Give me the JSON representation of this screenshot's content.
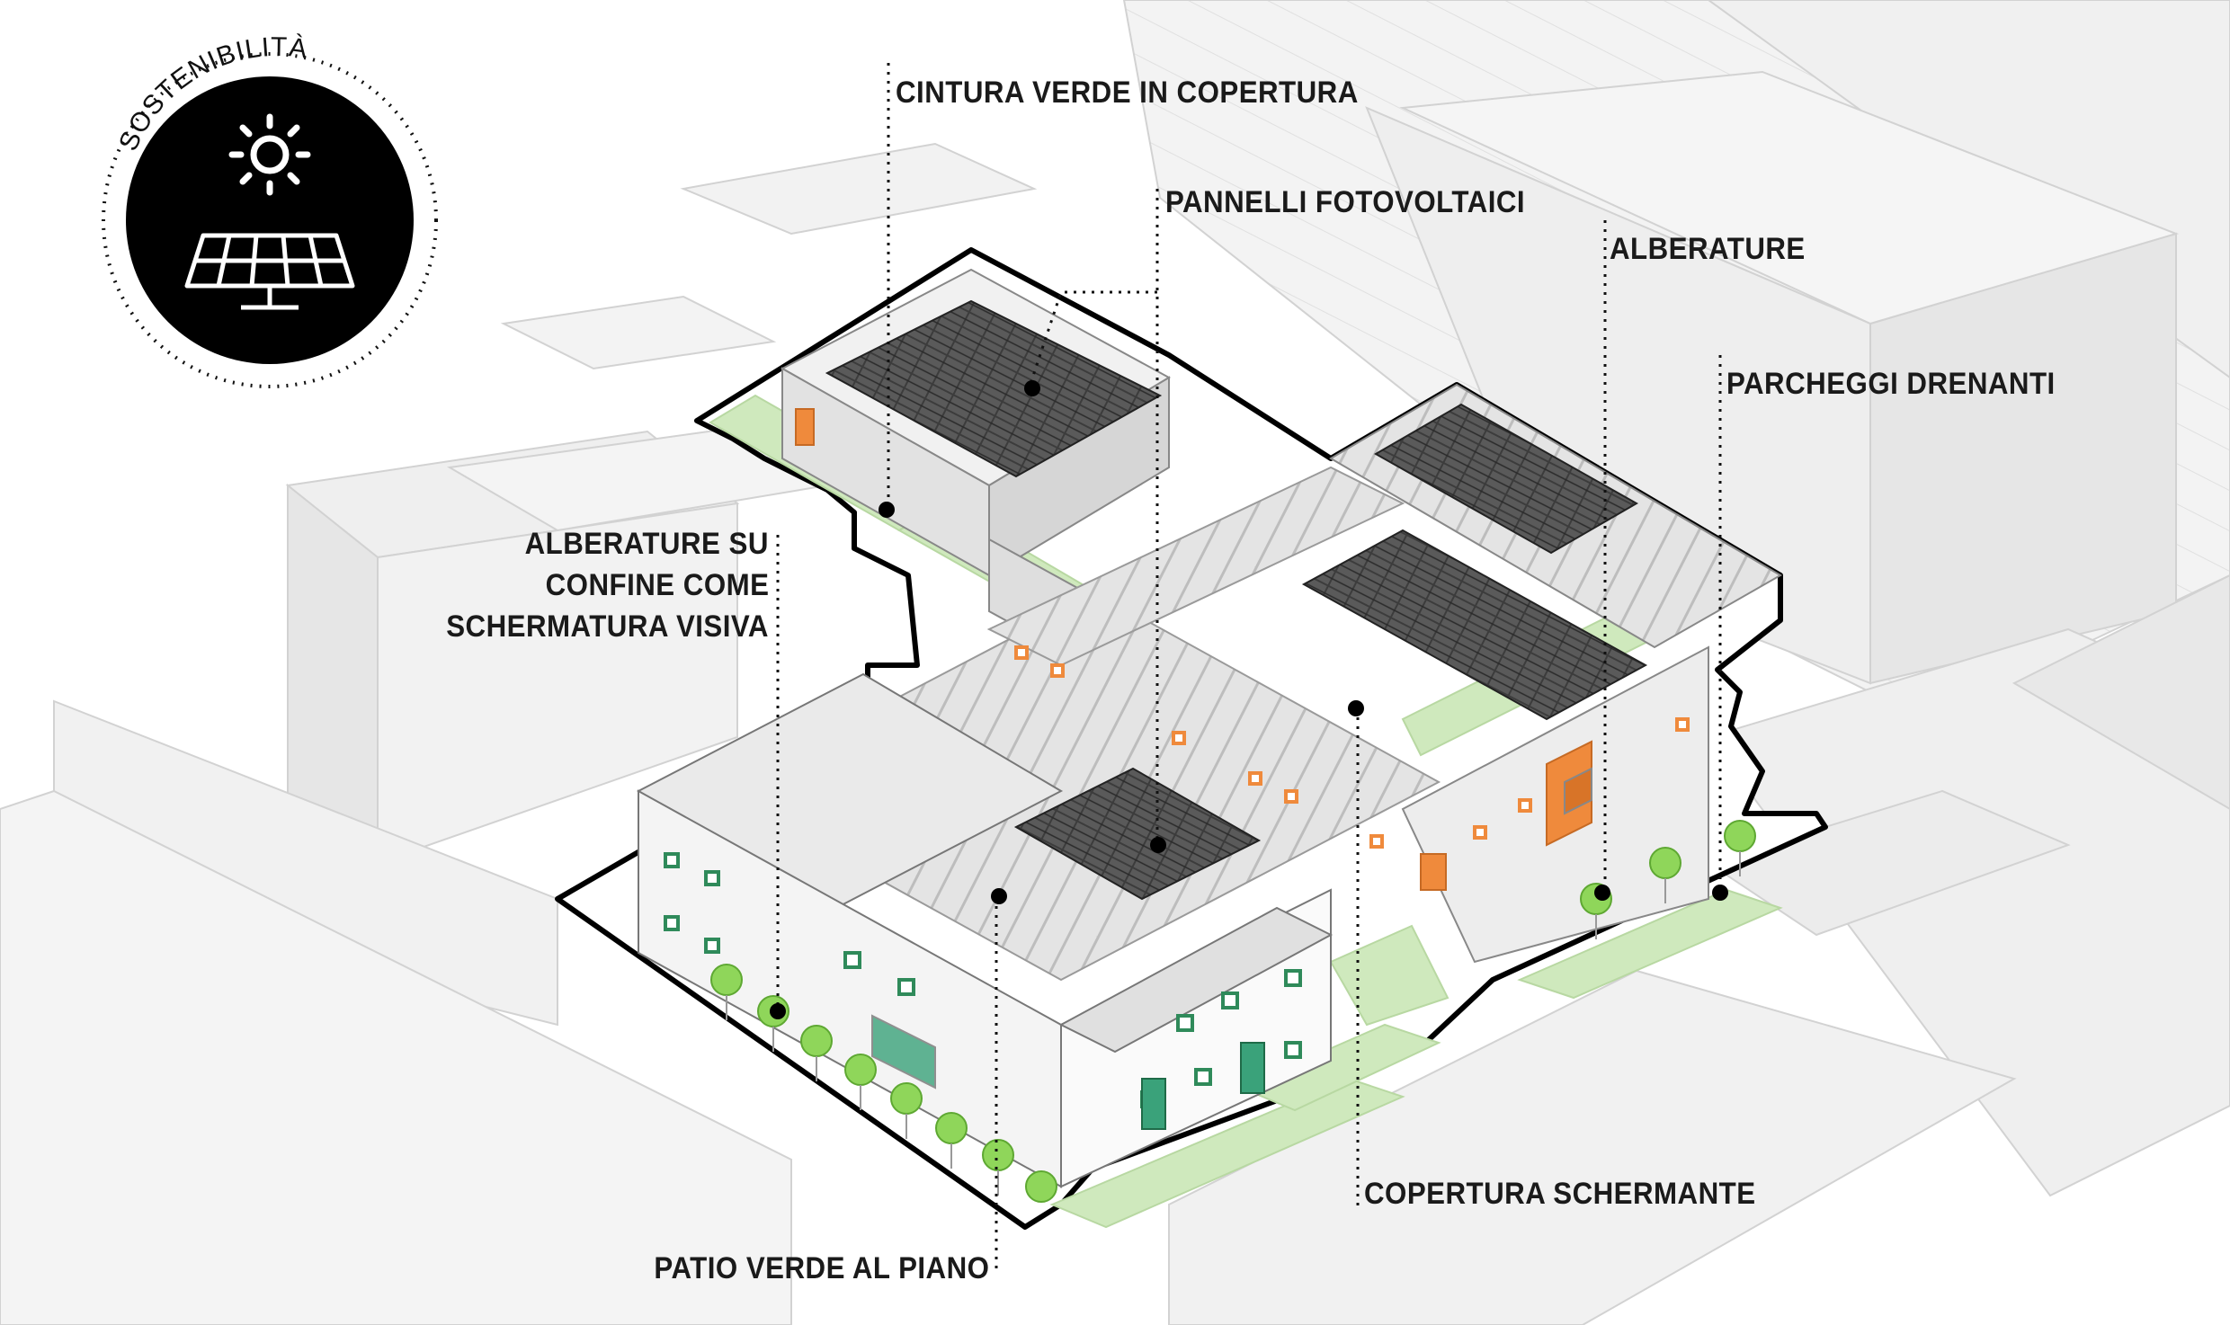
{
  "badge": {
    "title": "SOSTENIBILITÀ",
    "icon": "solar-panel-sun-icon"
  },
  "labels": {
    "cintura_verde": "CINTURA VERDE IN COPERTURA",
    "pannelli": "PANNELLI FOTOVOLTAICI",
    "alberature": "ALBERATURE",
    "parcheggi": "PARCHEGGI DRENANTI",
    "alberature_confine_1": "ALBERATURE SU",
    "alberature_confine_2": "CONFINE COME",
    "alberature_confine_3": "SCHERMATURA VISIVA",
    "copertura": "COPERTURA SCHERMANTE",
    "patio": "PATIO VERDE AL PIANO"
  },
  "colors": {
    "outline": "#000000",
    "building_light": "#f2f2f2",
    "building_mid": "#d9d9d9",
    "context": "#ededed",
    "green": "#c9e6b4",
    "tree": "#7fd14a",
    "panel": "#3a3a3a",
    "orange": "#ef8a3c",
    "window_green": "#2f8a5a"
  }
}
